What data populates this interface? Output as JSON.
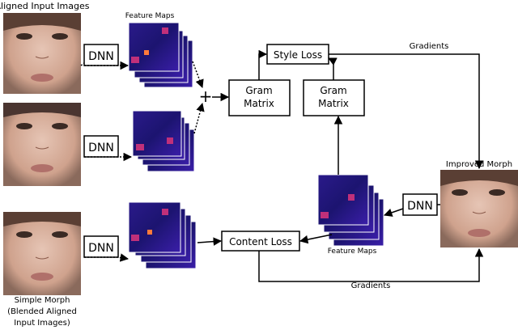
{
  "labels": {
    "aligned_inputs": "Aligned Input Images",
    "feature_maps_top": "Feature Maps",
    "feature_maps_bottom": "Feature Maps",
    "style_loss": "Style Loss",
    "gram_line1": "Gram",
    "gram_line2": "Matrix",
    "content_loss": "Content Loss",
    "gradients_top": "Gradients",
    "gradients_bottom": "Gradients",
    "improved_morph": "Improved Morph",
    "simple_morph_1": "Simple Morph",
    "simple_morph_2": "(Blended Aligned",
    "simple_morph_3": "Input Images)",
    "dnn": "DNN",
    "plus": "+"
  },
  "colors": {
    "fm_dark": "#1c1470",
    "fm_mid": "#3a1ea8",
    "fm_bright": "#c0307a",
    "fm_hot": "#ff7a3a",
    "skin": "#d7b2a0",
    "line": "#000000"
  },
  "icons": {
    "face": "face-photo",
    "feature_map": "feature-map-stack"
  }
}
